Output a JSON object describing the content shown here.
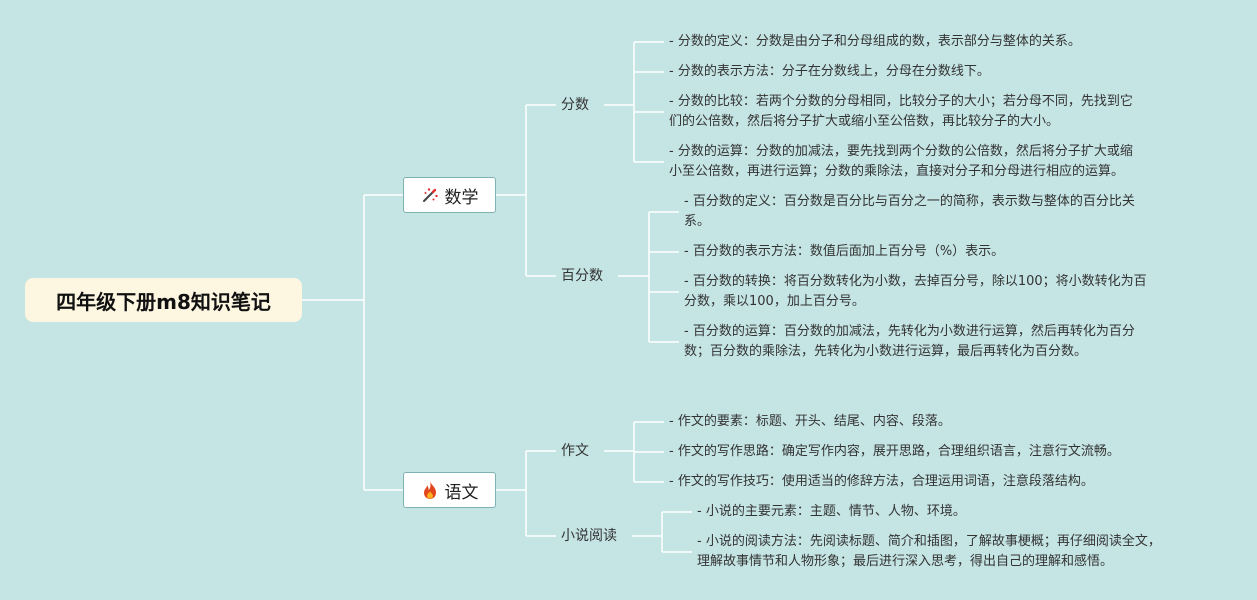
{
  "root": {
    "label": "四年级下册m8知识笔记"
  },
  "branches": [
    {
      "label": "数学",
      "icon": "magic-wand-icon",
      "subs": [
        {
          "label": "分数",
          "items": [
            [
              "- 分数的定义：分数是由分子和分母组成的数，表示部分与整体的关系。"
            ],
            [
              "- 分数的表示方法：分子在分数线上，分母在分数线下。"
            ],
            [
              "- 分数的比较：若两个分数的分母相同，比较分子的大小；若分母不同，先找到它",
              "们的公倍数，然后将分子扩大或缩小至公倍数，再比较分子的大小。"
            ],
            [
              "- 分数的运算：分数的加减法，要先找到两个分数的公倍数，然后将分子扩大或缩",
              "小至公倍数，再进行运算；分数的乘除法，直接对分子和分母进行相应的运算。"
            ]
          ]
        },
        {
          "label": "百分数",
          "items": [
            [
              "- 百分数的定义：百分数是百分比与百分之一的简称，表示数与整体的百分比关",
              "系。"
            ],
            [
              "- 百分数的表示方法：数值后面加上百分号（%）表示。"
            ],
            [
              "- 百分数的转换：将百分数转化为小数，去掉百分号，除以100；将小数转化为百",
              "分数，乘以100，加上百分号。"
            ],
            [
              "- 百分数的运算：百分数的加减法，先转化为小数进行运算，然后再转化为百分",
              "数；百分数的乘除法，先转化为小数进行运算，最后再转化为百分数。"
            ]
          ]
        }
      ]
    },
    {
      "label": "语文",
      "icon": "fire-icon",
      "subs": [
        {
          "label": "作文",
          "items": [
            [
              "- 作文的要素：标题、开头、结尾、内容、段落。"
            ],
            [
              "- 作文的写作思路：确定写作内容，展开思路，合理组织语言，注意行文流畅。"
            ],
            [
              "- 作文的写作技巧：使用适当的修辞方法，合理运用词语，注意段落结构。"
            ]
          ]
        },
        {
          "label": "小说阅读",
          "items": [
            [
              "- 小说的主要元素：主题、情节、人物、环境。"
            ],
            [
              "- 小说的阅读方法：先阅读标题、简介和插图，了解故事梗概；再仔细阅读全文，",
              "理解故事情节和人物形象；最后进行深入思考，得出自己的理解和感悟。"
            ]
          ]
        }
      ]
    }
  ],
  "colors": {
    "background": "#c5e4e4",
    "line": "#ffffff",
    "root_fill": "#fdf6e0",
    "branch_border": "#7fb3b3"
  }
}
